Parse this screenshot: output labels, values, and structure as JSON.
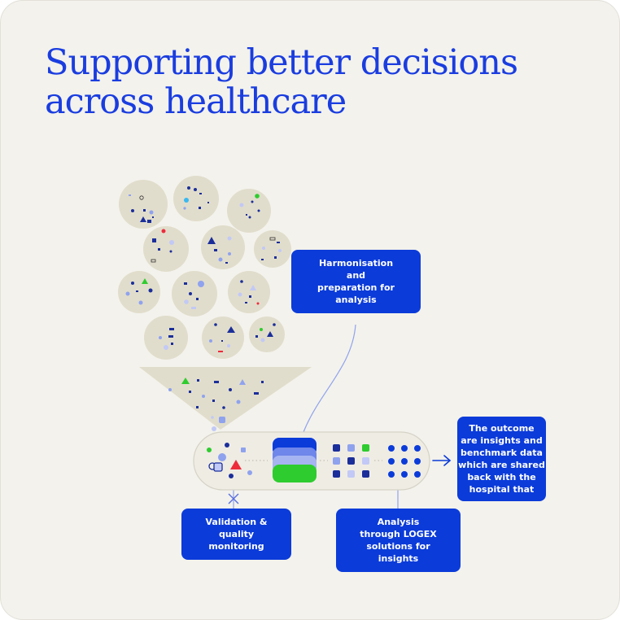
{
  "title": {
    "line1": "Supporting better decisions",
    "line2": "across healthcare"
  },
  "boxes": {
    "harmonisation": [
      "Harmonisation",
      "and",
      "preparation for",
      "analysis"
    ],
    "validation": [
      "Validation &",
      "quality",
      "monitoring"
    ],
    "analysis": [
      "Analysis",
      "through LOGEX",
      "solutions for",
      "insights"
    ],
    "outcome": [
      "The outcome",
      "are insights and",
      "benchmark data",
      "which are shared",
      "back with the",
      "hospital that"
    ]
  },
  "colors": {
    "brand_blue": "#1a3de0",
    "box_blue": "#0b3bd9",
    "navy": "#1b2e9a",
    "light_blue": "#8fa2ee",
    "lavender": "#c2c9f6",
    "green": "#2ecc2e",
    "red": "#ee2b3c",
    "bubble": "#e1ddcc",
    "background": "#f3f2ec"
  },
  "icons": {
    "outcome_arrow": "arrow-right-icon",
    "validation_marker": "cross-marker-icon"
  }
}
